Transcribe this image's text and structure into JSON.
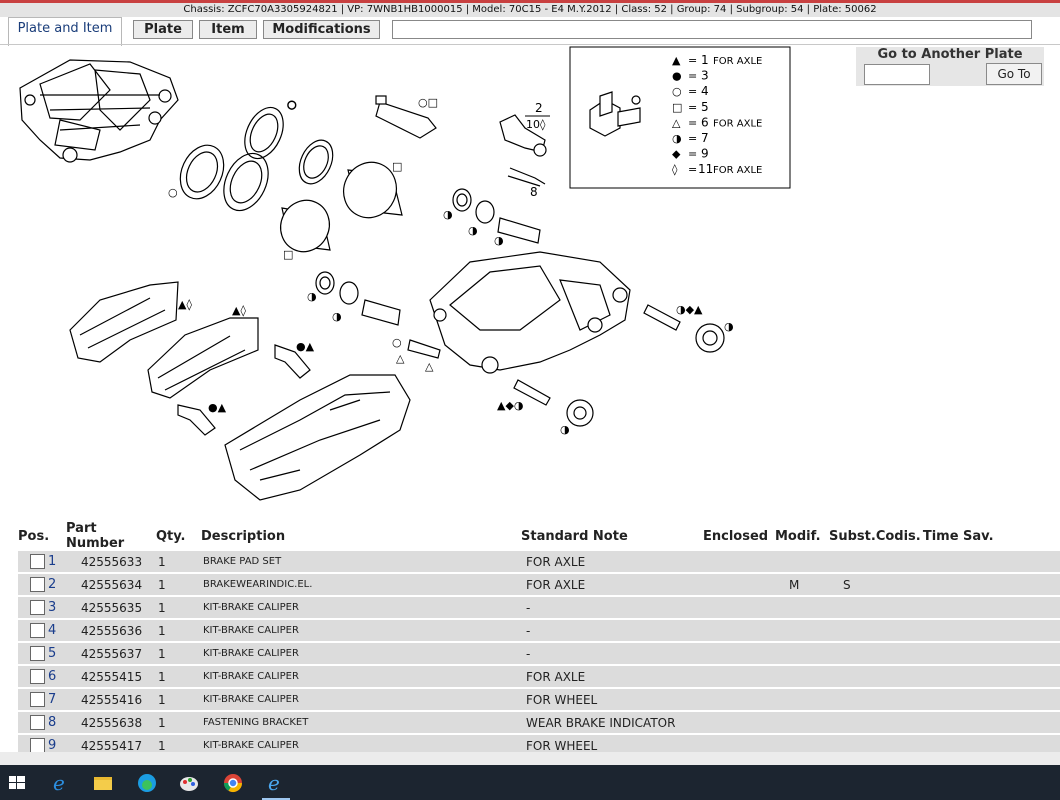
{
  "info_bar": "Chassis: ZCFC70A3305924821 | VP: 7WNB1HB1000015 | Model: 70C15 - E4 M.Y.2012 | Class: 52 | Group: 74 | Subgroup: 54 | Plate: 50062",
  "tabs": {
    "active": "Plate and Item",
    "buttons": [
      "Plate",
      "Item",
      "Modifications"
    ]
  },
  "go_to": {
    "title": "Go to Another Plate",
    "input_value": "",
    "button": "Go To"
  },
  "legend": {
    "fraction_top": "2",
    "fraction_bottom": "10◊",
    "callout": "8",
    "entries": [
      {
        "symbol": "▲",
        "number": "1",
        "note": "FOR AXLE"
      },
      {
        "symbol": "●",
        "number": "3",
        "note": ""
      },
      {
        "symbol": "○",
        "number": "4",
        "note": ""
      },
      {
        "symbol": "□",
        "number": "5",
        "note": ""
      },
      {
        "symbol": "△",
        "number": "6",
        "note": "FOR AXLE"
      },
      {
        "symbol": "◑",
        "number": "7",
        "note": ""
      },
      {
        "symbol": "◆",
        "number": "9",
        "note": ""
      },
      {
        "symbol": "◊",
        "number": "11",
        "note": "FOR AXLE"
      }
    ]
  },
  "table": {
    "headers": [
      "Pos.",
      "Part Number",
      "Qty.",
      "Description",
      "Standard Note",
      "Enclosed",
      "Modif.",
      "Subst.",
      "Codis.",
      "Time Sav."
    ],
    "rows": [
      {
        "pos": "1",
        "part": "42555633",
        "qty": "1",
        "desc": "BRAKE PAD SET",
        "note": "FOR AXLE",
        "enclosed": "",
        "modif": "",
        "subst": ""
      },
      {
        "pos": "2",
        "part": "42555634",
        "qty": "1",
        "desc": "BRAKEWEARINDIC.EL.",
        "note": "FOR AXLE",
        "enclosed": "",
        "modif": "M",
        "subst": "S"
      },
      {
        "pos": "3",
        "part": "42555635",
        "qty": "1",
        "desc": "KIT-BRAKE CALIPER",
        "note": "-",
        "enclosed": "",
        "modif": "",
        "subst": ""
      },
      {
        "pos": "4",
        "part": "42555636",
        "qty": "1",
        "desc": "KIT-BRAKE CALIPER",
        "note": "-",
        "enclosed": "",
        "modif": "",
        "subst": ""
      },
      {
        "pos": "5",
        "part": "42555637",
        "qty": "1",
        "desc": "KIT-BRAKE CALIPER",
        "note": "-",
        "enclosed": "",
        "modif": "",
        "subst": ""
      },
      {
        "pos": "6",
        "part": "42555415",
        "qty": "1",
        "desc": "KIT-BRAKE CALIPER",
        "note": "FOR AXLE",
        "enclosed": "",
        "modif": "",
        "subst": ""
      },
      {
        "pos": "7",
        "part": "42555416",
        "qty": "1",
        "desc": "KIT-BRAKE CALIPER",
        "note": "FOR WHEEL",
        "enclosed": "",
        "modif": "",
        "subst": ""
      },
      {
        "pos": "8",
        "part": "42555638",
        "qty": "1",
        "desc": "FASTENING BRACKET",
        "note": "WEAR BRAKE INDICATOR",
        "enclosed": "",
        "modif": "",
        "subst": ""
      },
      {
        "pos": "9",
        "part": "42555417",
        "qty": "1",
        "desc": "KIT-BRAKE CALIPER",
        "note": "FOR WHEEL",
        "enclosed": "",
        "modif": "",
        "subst": ""
      }
    ]
  },
  "taskbar": {
    "icons": [
      "windows-start-icon",
      "internet-explorer-icon",
      "file-explorer-icon",
      "edge-icon",
      "paint-icon",
      "chrome-icon",
      "internet-explorer-active-icon"
    ]
  }
}
